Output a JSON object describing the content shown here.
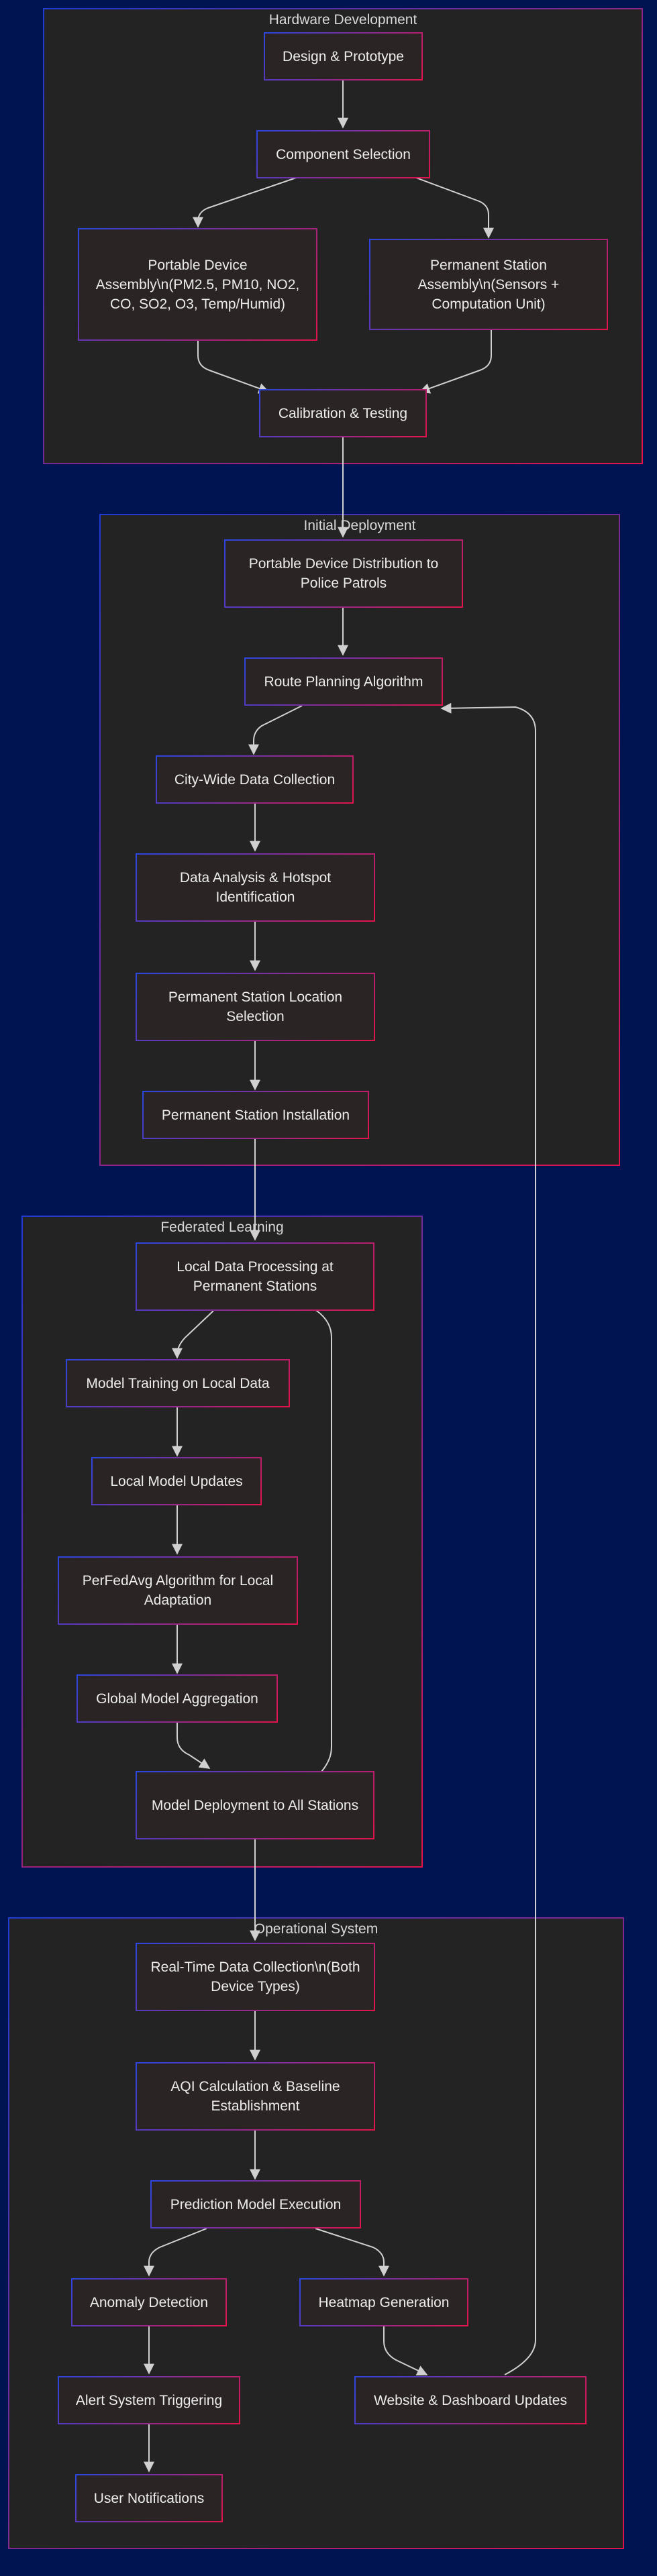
{
  "colors": {
    "background": "#001452",
    "cluster_fill": "#232323",
    "node_fill": "#2b2424",
    "border_blue": "#2c46e0",
    "border_red": "#e0144c",
    "edge": "#d0d0d0",
    "text": "#ececec"
  },
  "clusters": {
    "hardware": "Hardware Development",
    "deployment": "Initial Deployment",
    "federated": "Federated Learning",
    "operational": "Operational System"
  },
  "nodes": {
    "design": "Design & Prototype",
    "component": "Component Selection",
    "portable_assembly": "Portable Device Assembly\\n(PM2.5, PM10, NO2, CO, SO2, O3, Temp/Humid)",
    "permanent_assembly": "Permanent Station Assembly\\n(Sensors + Computation Unit)",
    "calibration": "Calibration & Testing",
    "distribution": "Portable Device Distribution to Police Patrols",
    "route": "Route Planning Algorithm",
    "collection": "City-Wide Data Collection",
    "analysis": "Data Analysis & Hotspot Identification",
    "location": "Permanent Station Location Selection",
    "installation": "Permanent Station Installation",
    "local_processing": "Local Data Processing at Permanent Stations",
    "training": "Model Training on Local Data",
    "local_updates": "Local Model Updates",
    "perfedavg": "PerFedAvg Algorithm for Local Adaptation",
    "aggregation": "Global Model Aggregation",
    "model_deploy": "Model Deployment to All Stations",
    "realtime": "Real-Time Data Collection\\n(Both Device Types)",
    "aqi": "AQI Calculation & Baseline Establishment",
    "prediction": "Prediction Model Execution",
    "anomaly": "Anomaly Detection",
    "heatmap": "Heatmap Generation",
    "alert": "Alert System Triggering",
    "website": "Website & Dashboard Updates",
    "notifications": "User Notifications"
  }
}
